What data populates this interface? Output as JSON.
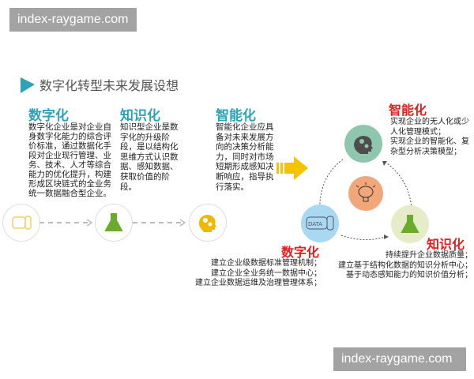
{
  "watermark_top": "index-raygame.com",
  "watermark_bottom": "index-raygame.com",
  "title": "数字化转型未来发展设想",
  "columns": [
    {
      "heading": "数字化",
      "text": "数字化企业是对企业自身数字化能力的综合评价标准，通过数据化手段对企业现行管理、业务、技术、人才等综合能力的优化提升，构建形成区块链式的全业务统一数据融合型企业。"
    },
    {
      "heading": "知识化",
      "text": "知识型企业是数字化的升级阶段，是以结构化思维方式认识数据、感知数据、获取价值的阶段。"
    },
    {
      "heading": "智能化",
      "text": "智能化企业应具备对未来发展方向的决策分析能力，同时对市场短期形成感知决断响应，指导执行落实。"
    }
  ],
  "cycle": {
    "intelligent": {
      "heading": "智能化",
      "lines": [
        "实现企业的无人化或少人化管理模式；",
        "实现企业的智能化、复杂型分析决策模型；"
      ]
    },
    "knowledge": {
      "heading": "知识化",
      "lines": [
        "持续提升企业数据质量；",
        "建立基于结构化数据的知识分析中心；",
        "基于动态感知能力的知识价值分析；"
      ]
    },
    "digital": {
      "heading": "数字化",
      "lines": [
        "建立企业级数据标准管理机制；",
        "建立企业全业务统一数据中心；",
        "建立企业数据运维及治理管理体系；"
      ]
    },
    "data_icon_label": "DATA"
  },
  "colors": {
    "teal": "#2ba3b8",
    "red": "#e0201c",
    "arrow": "#f5c400",
    "green": "#6aab2e",
    "yellow": "#f2b800"
  }
}
